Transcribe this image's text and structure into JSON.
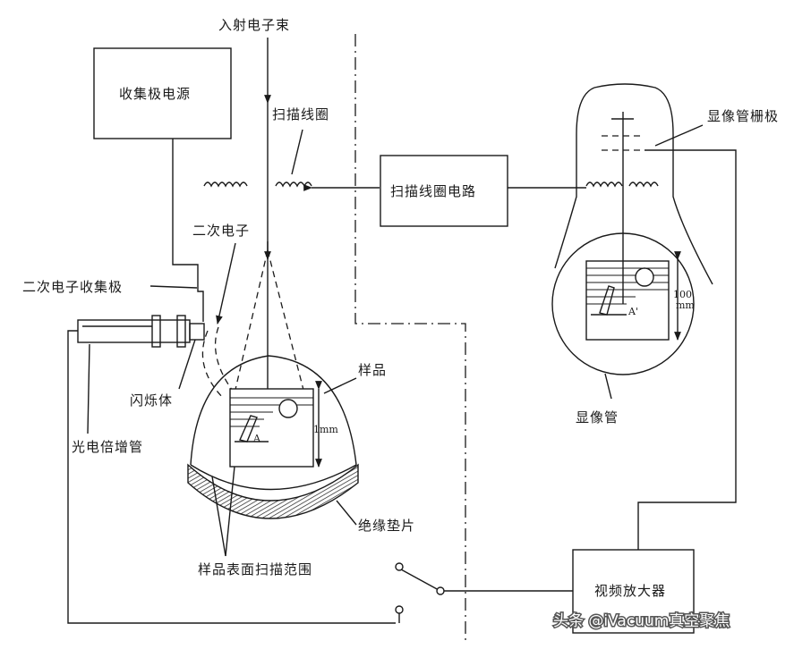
{
  "labels": {
    "incident_beam": "入射电子束",
    "collector_power": "收集极电源",
    "scan_coil": "扫描线圈",
    "scan_coil_circuit": "扫描线圈电路",
    "crt_grid": "显像管栅极",
    "secondary_electron": "二次电子",
    "secondary_collector": "二次电子收集极",
    "scintillator": "闪烁体",
    "photomultiplier": "光电倍增管",
    "sample": "样品",
    "mm_scale": "1mm",
    "mm100_num": "100",
    "mm100_unit": "mm",
    "point_a": "A",
    "point_a_prime": "A'",
    "insulating_pad": "绝缘垫片",
    "sample_scan_range": "样品表面扫描范围",
    "crt": "显像管",
    "video_amplifier": "视频放大器"
  },
  "watermark": "头条 @iVacuum真空聚焦"
}
